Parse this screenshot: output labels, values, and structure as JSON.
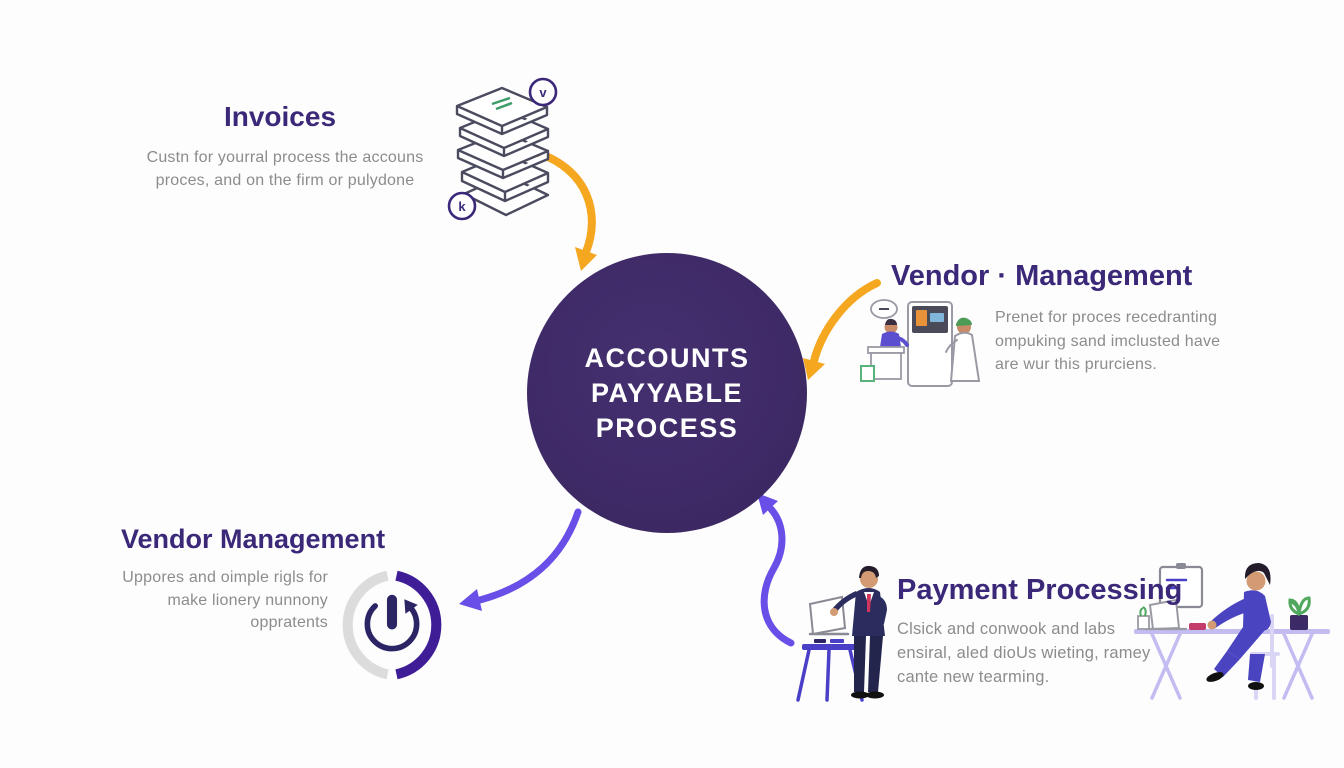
{
  "diagram_title": "Accounts Payable Process Diagram",
  "center": {
    "title_lines": [
      "ACCOUNTS",
      "PAYYABLE",
      "PROCESS"
    ],
    "bg_color": "#3E2A66",
    "text_color": "#FFFFFF"
  },
  "nodes": {
    "invoices": {
      "title": "Invoices",
      "desc_lines": [
        "Custn for yourral process the accouns",
        "proces, and on the firm or pulydone"
      ],
      "icon": "invoice-stack-icon",
      "badge_top": "v",
      "badge_bottom": "k"
    },
    "vendor_management_top": {
      "title": "Vendor · Management",
      "desc_lines": [
        "Prenet for proces recedranting",
        "ompuking sand imclusted have",
        "are wur this prurciens."
      ],
      "icon": "vendor-desk-illustration"
    },
    "vendor_management_bottom": {
      "title": "Vendor Management",
      "desc_lines": [
        "Uppores and oimple rigls for",
        "make lionery nunnony",
        "oppratents"
      ],
      "icon": "power-ring-icon"
    },
    "payment_processing": {
      "title": "Payment Processing",
      "desc_lines": [
        "Clsick and conwook and labs",
        "ensiral, aled dioUs wieting, ramey",
        "cante  new tearming."
      ],
      "icons": [
        "man-at-laptop-illustration",
        "woman-at-desk-illustration"
      ]
    }
  },
  "arrows": [
    {
      "name": "arrow-invoices-to-center",
      "color": "#F5A71F"
    },
    {
      "name": "arrow-vendor-top-to-center",
      "color": "#F5A71F"
    },
    {
      "name": "arrow-center-to-vendor-bottom",
      "color": "#6A4EE8"
    },
    {
      "name": "arrow-payment-to-center",
      "color": "#6A4EE8"
    }
  ],
  "colors": {
    "background": "#FDFDFE",
    "title_purple": "#3B2878",
    "body_gray": "#8C8C8C",
    "arrow_yellow": "#F5A71F",
    "arrow_purple": "#6A4EE8",
    "circle_purple": "#3E2A66",
    "ring_purple": "#3F1D96",
    "ring_gray": "#DCDCDC",
    "suit_navy": "#2B2D5E",
    "outfit_indigo": "#4A44C0",
    "desk_lavender": "#C3BCF0",
    "plant_green": "#4FA85D",
    "tie_red": "#D0355E"
  }
}
